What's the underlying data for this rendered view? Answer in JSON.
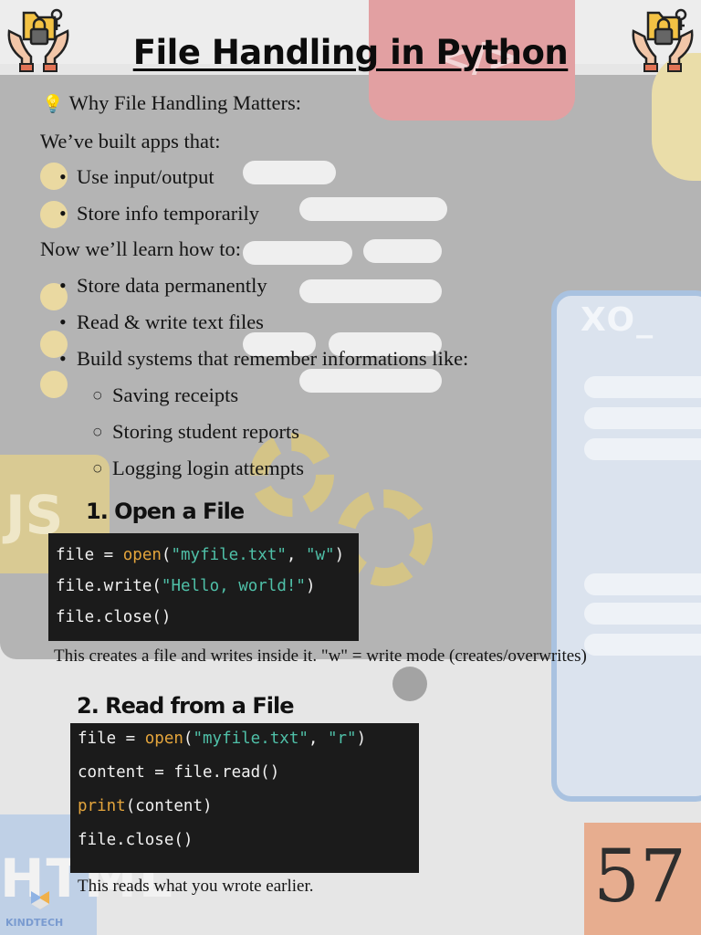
{
  "title": "File Handling in Python",
  "intro": {
    "heading_icon": "lightbulb-icon",
    "heading": "Why File Handling Matters:",
    "built_intro": "We’ve built apps that:",
    "built_items": [
      "Use input/output",
      "Store info temporarily"
    ],
    "learn_intro": "Now we’ll learn how to:",
    "learn_items": [
      "Store data permanently",
      "Read & write text files",
      "Build systems that remember informations like:"
    ],
    "examples": [
      "Saving receipts",
      "Storing student reports",
      "Logging login attempts"
    ]
  },
  "sections": [
    {
      "heading": "1. Open a File",
      "code": [
        [
          {
            "t": "file = "
          },
          {
            "t": "open",
            "k": "fn"
          },
          {
            "t": "("
          },
          {
            "t": "\"myfile.txt\"",
            "k": "str"
          },
          {
            "t": ", "
          },
          {
            "t": "\"w\"",
            "k": "str"
          },
          {
            "t": ")"
          }
        ],
        [
          {
            "t": "file.write("
          },
          {
            "t": "\"Hello, world!\"",
            "k": "str"
          },
          {
            "t": ")"
          }
        ],
        [
          {
            "t": "file.close()"
          }
        ]
      ],
      "caption": "This creates a file and writes inside it. \"w\" = write mode (creates/overwrites)"
    },
    {
      "heading": "2. Read from a File",
      "code": [
        [
          {
            "t": "file = "
          },
          {
            "t": "open",
            "k": "fn"
          },
          {
            "t": "("
          },
          {
            "t": "\"myfile.txt\"",
            "k": "str"
          },
          {
            "t": ", "
          },
          {
            "t": "\"r\"",
            "k": "str"
          },
          {
            "t": ")"
          }
        ],
        [
          {
            "t": "content = file.read()"
          }
        ],
        [
          {
            "t": "print",
            "k": "fn"
          },
          {
            "t": "(content)"
          }
        ],
        [
          {
            "t": "file.close()"
          }
        ]
      ],
      "caption": "This reads what you wrote earlier."
    }
  ],
  "page_number": "57",
  "logo": {
    "text": "KINDTECH",
    "icon": "kindtech-logo-icon"
  },
  "corner_icon": "hands-holding-locked-folder-icon",
  "colors": {
    "code_bg": "#1b1b1b",
    "code_keyword": "#e4a53c",
    "code_string": "#4fc0a8",
    "page_number_bg": "#e7ad8f"
  }
}
